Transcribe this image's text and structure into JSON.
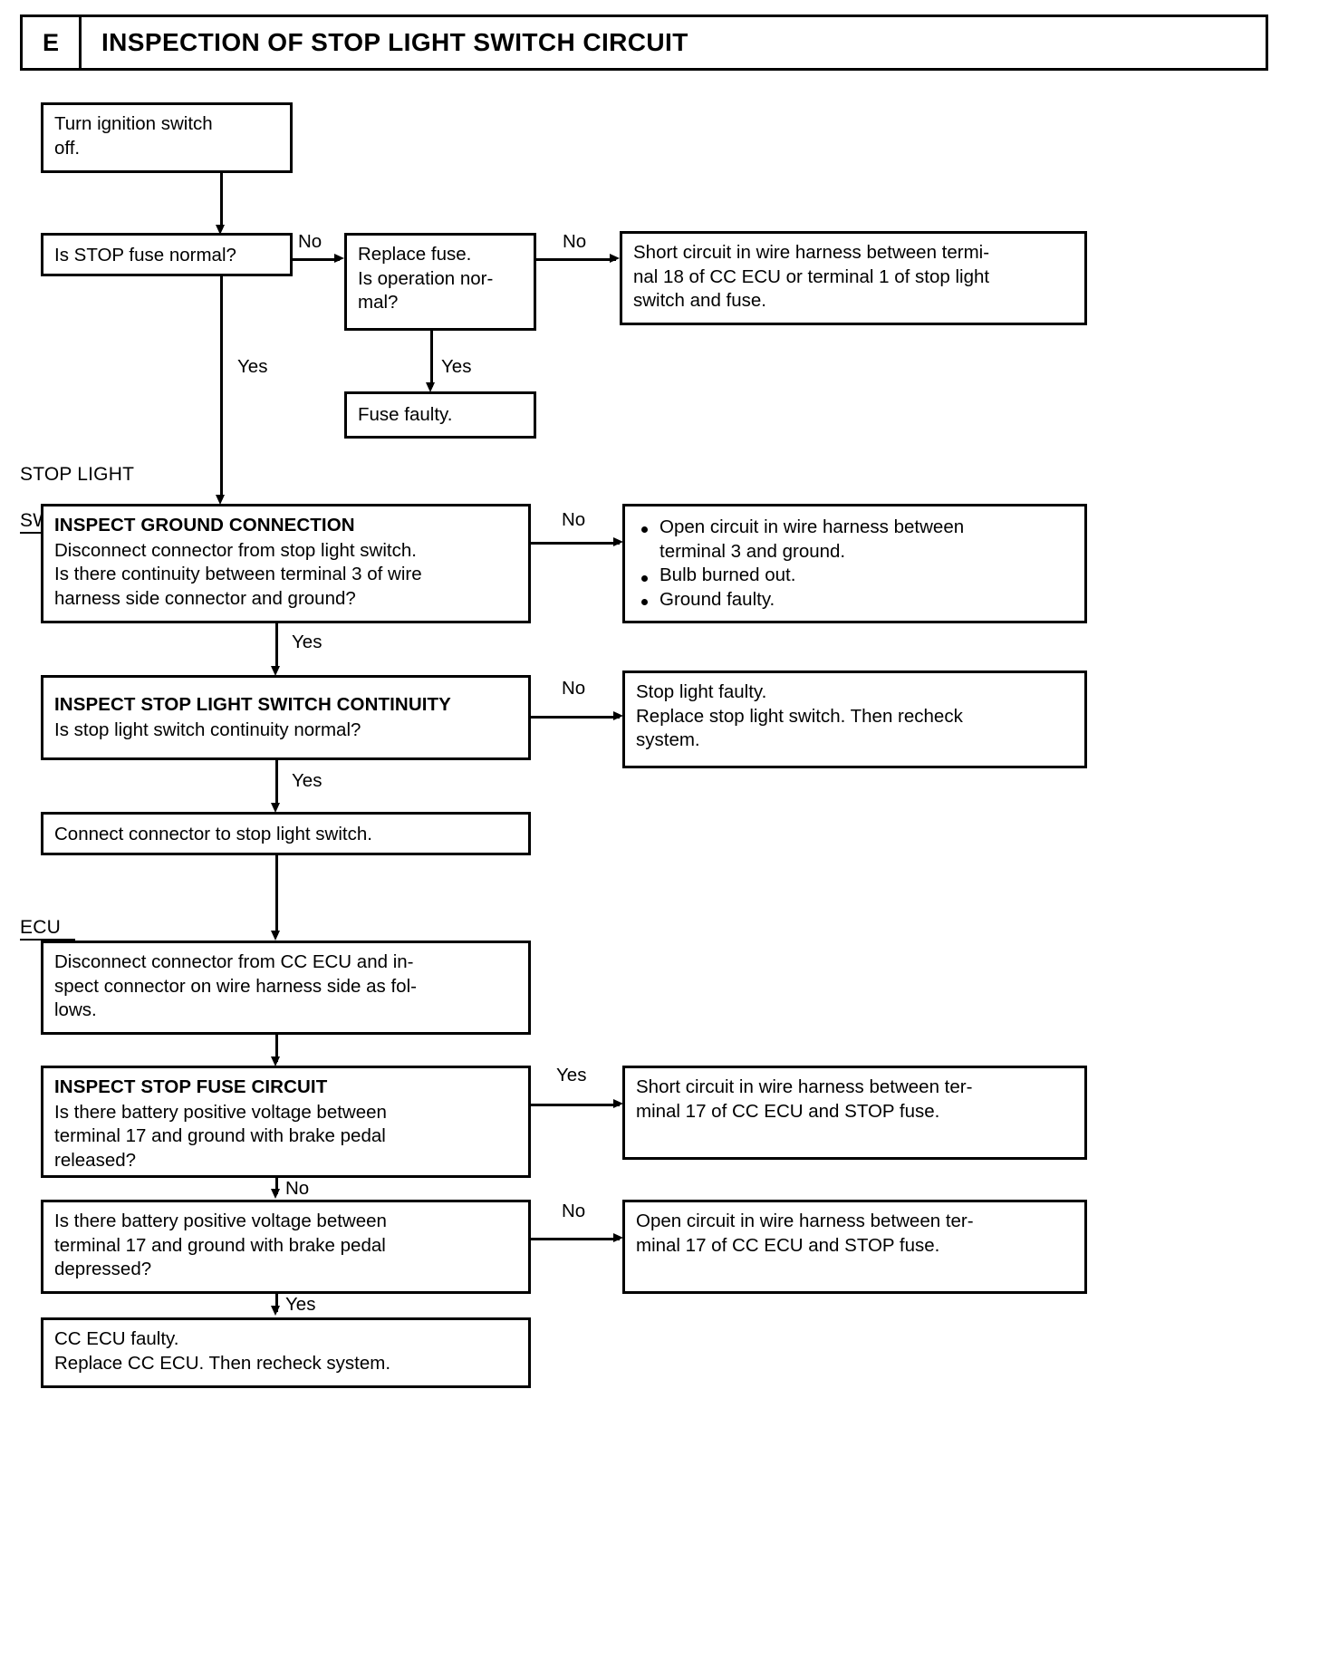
{
  "header": {
    "letter": "E",
    "title": "INSPECTION OF STOP LIGHT SWITCH CIRCUIT"
  },
  "section_labels": {
    "stop_light_switch_line1": "STOP LIGHT",
    "stop_light_switch_line2": "SWITCH",
    "ecu": "ECU"
  },
  "edge_labels": {
    "no1": "No",
    "no2": "No",
    "yes_main1": "Yes",
    "yes_fuse": "Yes",
    "no_ground": "No",
    "yes_ground": "Yes",
    "no_continuity": "No",
    "yes_continuity": "Yes",
    "yes_stopfuse": "Yes",
    "no_stopfuse": "No",
    "no_depressed": "No",
    "yes_depressed": "Yes"
  },
  "boxes": {
    "turn_ignition": {
      "line1": "Turn ignition switch",
      "line2": "off."
    },
    "is_stop_fuse_normal": {
      "line1": "Is STOP fuse normal?"
    },
    "replace_fuse": {
      "line1": "Replace fuse.",
      "line2": "Is operation nor-",
      "line3": "mal?"
    },
    "short_circuit_18": {
      "line1": "Short circuit in wire harness between termi-",
      "line2": "nal 18 of CC ECU or terminal 1 of stop light",
      "line3": "switch and fuse."
    },
    "fuse_faulty": {
      "line1": "Fuse faulty."
    },
    "inspect_ground_connection": {
      "heading": "INSPECT GROUND CONNECTION",
      "line1": "Disconnect connector from stop light switch.",
      "line2": "Is there continuity between terminal 3 of wire",
      "line3": "harness side connector and ground?"
    },
    "ground_faults": {
      "bullet1_line1": "Open circuit in wire harness between",
      "bullet1_line2": "terminal 3 and ground.",
      "bullet2": "Bulb burned out.",
      "bullet3": "Ground faulty."
    },
    "inspect_switch_continuity": {
      "heading": "INSPECT STOP LIGHT SWITCH CONTINUITY",
      "line1": "Is stop light switch continuity normal?"
    },
    "stop_light_faulty": {
      "line1": "Stop light faulty.",
      "line2": "Replace stop light switch. Then recheck",
      "line3": "system."
    },
    "connect_connector": {
      "line1": "Connect connector to stop light switch."
    },
    "disconnect_ecu": {
      "line1": "Disconnect connector from CC ECU and in-",
      "line2": "spect connector on wire harness side as fol-",
      "line3": "lows."
    },
    "inspect_stop_fuse_circuit": {
      "heading": "INSPECT STOP FUSE CIRCUIT",
      "line1": "Is there battery positive voltage between",
      "line2": "terminal 17 and ground with brake pedal",
      "line3": "released?"
    },
    "short_circuit_17": {
      "line1": "Short circuit in wire harness between ter-",
      "line2": "minal 17 of CC ECU and STOP fuse."
    },
    "pedal_depressed": {
      "line1": "Is there battery positive voltage between",
      "line2": "terminal 17 and ground with brake pedal",
      "line3": "depressed?"
    },
    "open_circuit_17": {
      "line1": "Open circuit in wire harness between ter-",
      "line2": "minal 17 of CC ECU and STOP fuse."
    },
    "cc_ecu_faulty": {
      "line1": "CC ECU faulty.",
      "line2": "Replace CC ECU. Then recheck system."
    }
  }
}
